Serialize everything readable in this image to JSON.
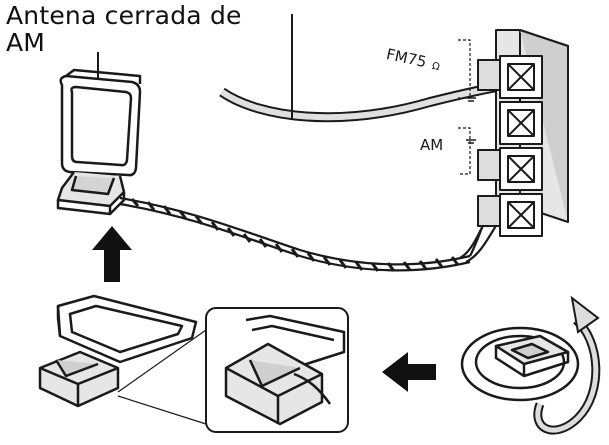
{
  "caption": {
    "line1": "Antena cerrada de",
    "line2": "AM"
  },
  "terminal_labels": {
    "fm": "FM75",
    "ohm": "Ω",
    "am": "AM"
  },
  "colors": {
    "ink": "#1a1a1a",
    "panel_fill": "#e6e6e6",
    "panel_shade": "#c8c8c8",
    "arrow": "#111111"
  },
  "icons": [
    "up-arrow-icon",
    "left-arrow-icon",
    "rotate-arrow-icon"
  ]
}
